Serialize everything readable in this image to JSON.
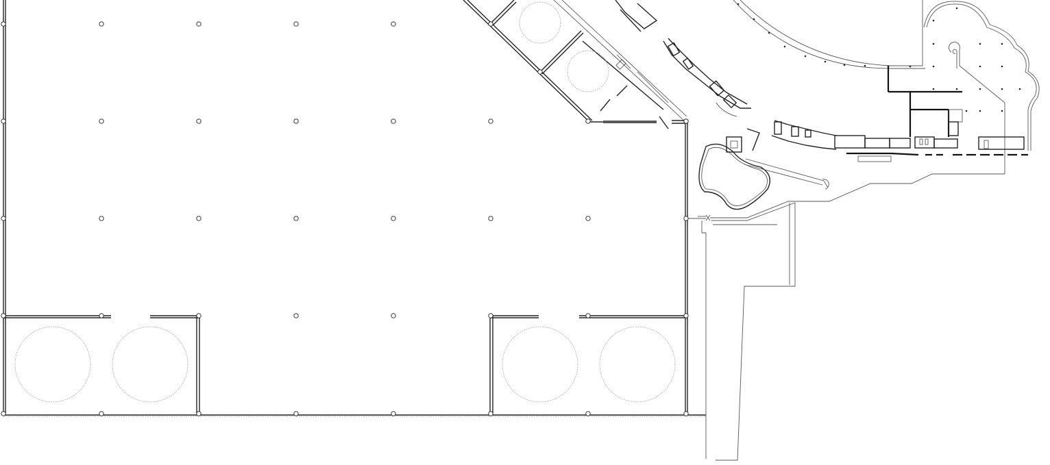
{
  "drawing": {
    "type": "architectural floor plan",
    "text_labels": [],
    "colors": {
      "line": "#222222",
      "background": "#ffffff",
      "faint_line": "#999999"
    }
  },
  "hall": {
    "name": "column-grid-hall",
    "column_rows": 5,
    "column_count_visible": 34,
    "bays_with_circles": 4
  }
}
